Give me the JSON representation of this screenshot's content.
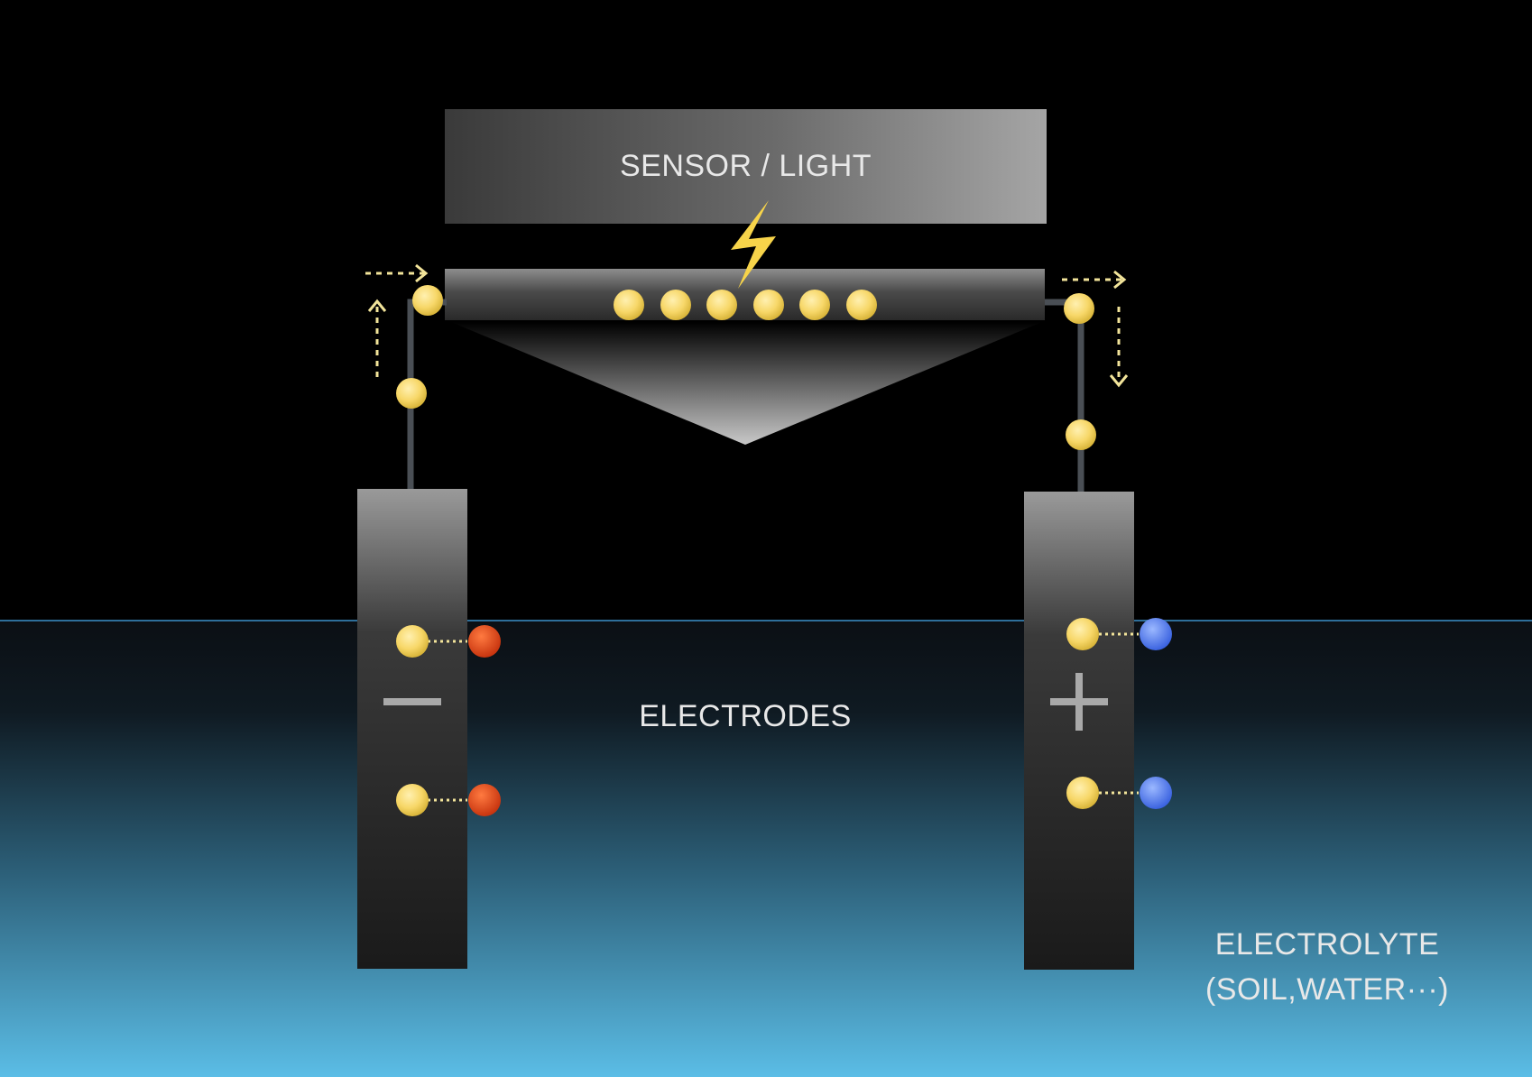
{
  "diagram": {
    "sensor_label": "SENSOR / LIGHT",
    "electrodes_label": "ELECTRODES",
    "electrolyte_label_line1": "ELECTROLYTE",
    "electrolyte_label_line2": "(SOIL,WATER···)",
    "negative_sign": "−",
    "positive_sign": "+"
  },
  "colors": {
    "background": "#000000",
    "electrolyte_bottom": "#5bbde6",
    "electron": "#f7d768",
    "cation": "#e0481a",
    "anion": "#4a78f0",
    "arrow": "#f2e49a",
    "label_text": "#e8e8e8"
  },
  "icons": [
    "lightning-bolt-icon",
    "dashed-arrow-icon"
  ]
}
